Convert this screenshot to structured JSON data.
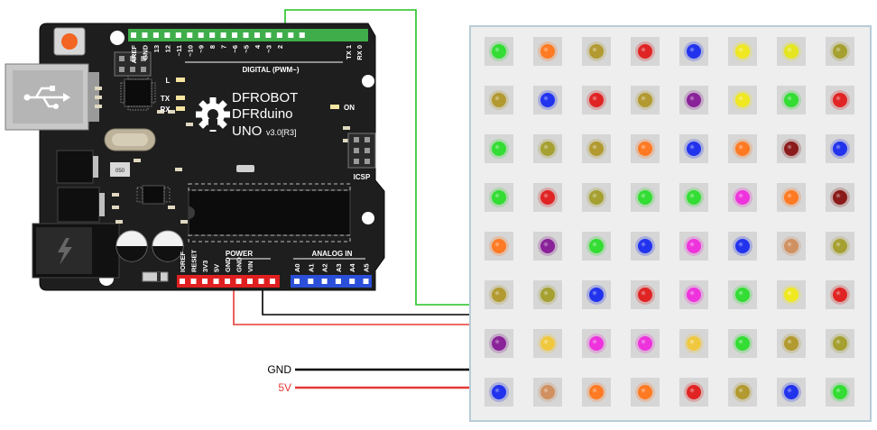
{
  "board": {
    "brand_line1": "DFROBOT",
    "brand_line2": "DFRduino",
    "model": "UNO",
    "version": "v3.0[R3]",
    "on_label": "ON",
    "icsp_label": "ICSP",
    "led_labels": [
      "L",
      "TX",
      "RX"
    ],
    "tx_rx_labels": [
      "TX 1",
      "RX 0"
    ],
    "chip_marking": "050",
    "digital_header_title": "DIGITAL (PWM~)",
    "digital_pins": [
      "AREF",
      "GND",
      "13",
      "12",
      "~11",
      "~10",
      "~9",
      "8",
      "7",
      "~6",
      "~5",
      "4",
      "~3",
      "2"
    ],
    "power_header_title": "POWER",
    "power_pins": [
      "IOREF",
      "RESET",
      "3V3",
      "5V",
      "GND",
      "GND",
      "VIN"
    ],
    "analog_header_title": "ANALOG IN",
    "analog_pins": [
      "A0",
      "A1",
      "A2",
      "A3",
      "A4",
      "A5"
    ]
  },
  "wires": {
    "gnd_label": "GND",
    "vcc_label": "5V",
    "gnd_color": "#000000",
    "vcc_color": "#e53935",
    "data_color": "#22c322"
  },
  "matrix": {
    "rows": 8,
    "cols": 8,
    "colors": [
      [
        "#33dd33",
        "#ff7a22",
        "#b29a30",
        "#e02424",
        "#2233ee",
        "#f0e820",
        "#e5e520",
        "#a5a030"
      ],
      [
        "#b29a30",
        "#2233ee",
        "#e02424",
        "#b29a30",
        "#8a2299",
        "#f0e820",
        "#33dd33",
        "#e02424"
      ],
      [
        "#33dd33",
        "#a5a030",
        "#b29a30",
        "#ff7a22",
        "#2233ee",
        "#ff7a22",
        "#8b1a1a",
        "#2233ee"
      ],
      [
        "#33dd33",
        "#e02424",
        "#a5a030",
        "#33dd33",
        "#33dd33",
        "#ee33dd",
        "#ff7a22",
        "#8b1a1a"
      ],
      [
        "#ff7a22",
        "#8a2299",
        "#33dd33",
        "#2233ee",
        "#ee33dd",
        "#2233ee",
        "#d09060",
        "#a5a030"
      ],
      [
        "#b29a30",
        "#a5a030",
        "#2233ee",
        "#e02424",
        "#ee33dd",
        "#33dd33",
        "#f0e820",
        "#e02424"
      ],
      [
        "#8a2299",
        "#f0c840",
        "#ee33dd",
        "#ee33dd",
        "#f0c840",
        "#33dd33",
        "#b29a30",
        "#a5a030"
      ],
      [
        "#2233ee",
        "#d09060",
        "#ff7a22",
        "#ff7a22",
        "#e02424",
        "#b29a30",
        "#2233ee",
        "#33dd33"
      ]
    ]
  }
}
